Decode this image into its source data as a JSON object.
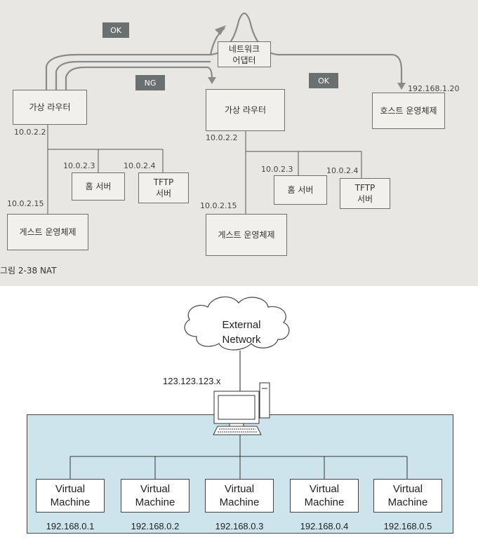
{
  "top_figure": {
    "network_adapter": "네트워크\n어댑터",
    "tags": {
      "ok_left": "OK",
      "ng": "NG",
      "ok_right": "OK"
    },
    "left": {
      "router": "가상 라우터",
      "router_ip": "10.0.2.2",
      "home_server": "홈 서버",
      "home_server_ip": "10.0.2.3",
      "tftp_server": "TFTP\n서버",
      "tftp_ip": "10.0.2.4",
      "guest_os": "게스트 운영체제",
      "guest_ip": "10.0.2.15"
    },
    "center": {
      "router": "가상 라우터",
      "router_ip": "10.0.2.2",
      "home_server": "홈 서버",
      "home_server_ip": "10.0.2.3",
      "tftp_server": "TFTP\n서버",
      "tftp_ip": "10.0.2.4",
      "guest_os": "게스트 운영체제",
      "guest_ip": "10.0.2.15"
    },
    "host": {
      "label": "호스트 운영체제",
      "ip": "192.168.1.20"
    },
    "caption": "그림 2-38 NAT"
  },
  "bottom_figure": {
    "external_network": "External\nNetwork",
    "public_ip": "123.123.123.x",
    "vms": [
      {
        "label": "Virtual\nMachine",
        "ip": "192.168.0.1"
      },
      {
        "label": "Virtual\nMachine",
        "ip": "192.168.0.2"
      },
      {
        "label": "Virtual\nMachine",
        "ip": "192.168.0.3"
      },
      {
        "label": "Virtual\nMachine",
        "ip": "192.168.0.4"
      },
      {
        "label": "Virtual\nMachine",
        "ip": "192.168.0.5"
      }
    ],
    "colors": {
      "lan_background": "#cde4ec",
      "box_border": "#444444"
    }
  }
}
